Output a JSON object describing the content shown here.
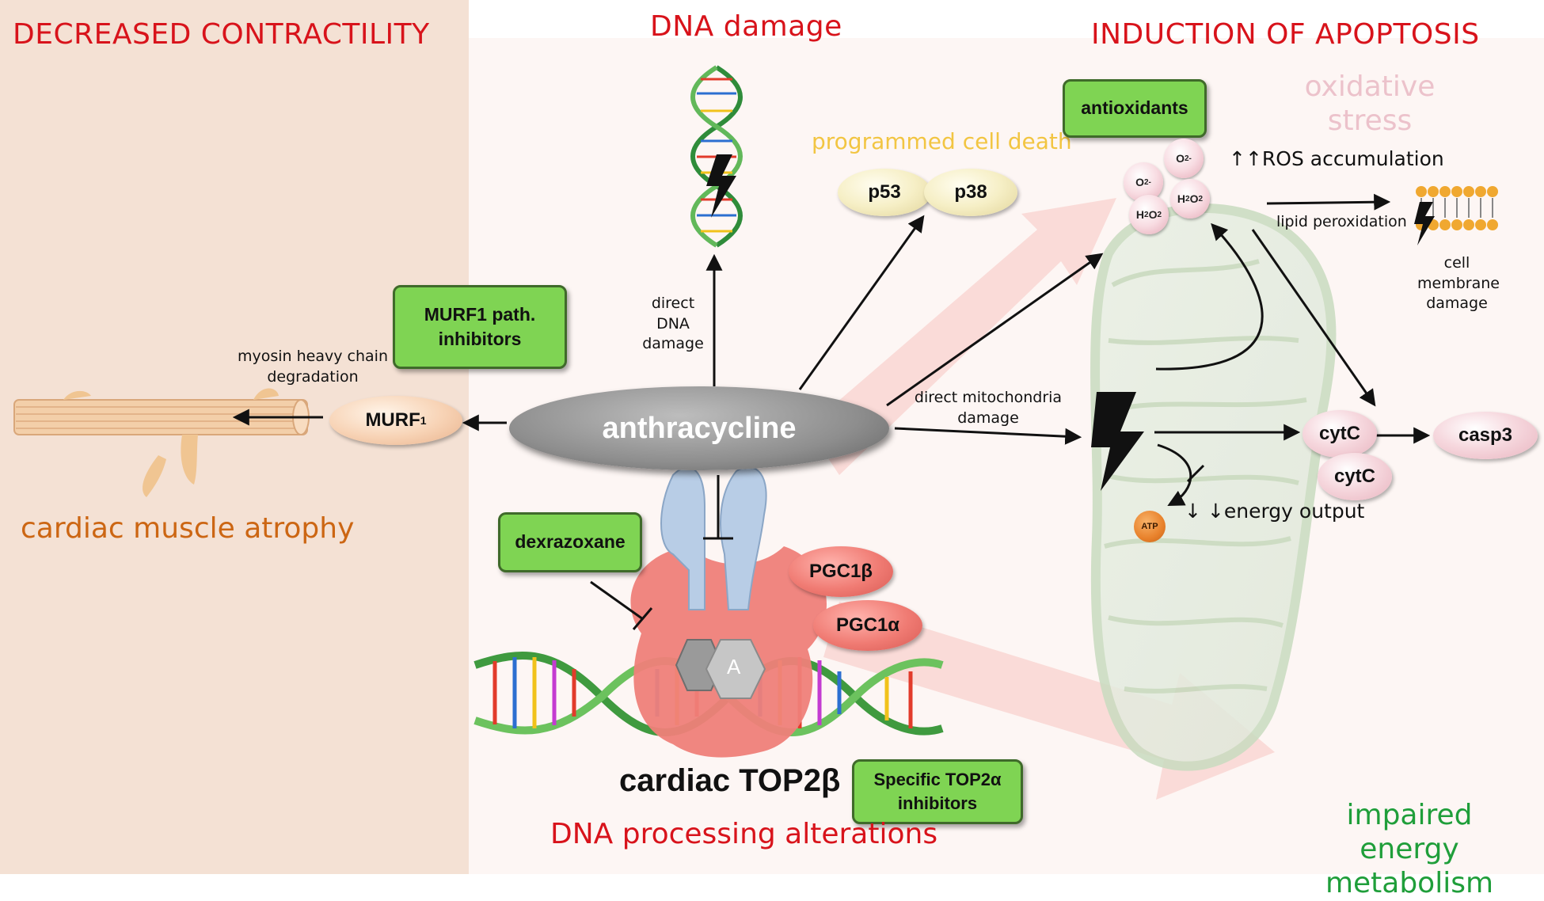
{
  "headings": {
    "decreased_contractility": "DECREASED CONTRACTILITY",
    "dna_damage": "DNA damage",
    "induction_of_apoptosis": "INDUCTION OF APOPTOSIS"
  },
  "center": {
    "anthracycline": "anthracycline"
  },
  "left_panel": {
    "murf1_inhibitors": "MURF1 path. inhibitors",
    "myosin_label": "myosin heavy chain degradation",
    "murf1": "MURF",
    "murf1_sub": "1",
    "outcome": "cardiac muscle atrophy"
  },
  "top": {
    "direct_dna_damage": "direct DNA damage",
    "programmed_cell_death": "programmed cell death",
    "p53": "p53",
    "p38": "p38"
  },
  "bottom": {
    "dexrazoxane": "dexrazoxane",
    "pgc1b": "PGC1β",
    "pgc1a": "PGC1α",
    "drug_marker": "A",
    "cardiac_top2b": "cardiac TOP2β",
    "specific_top2a_inhibitors": "Specific TOP2α inhibitors",
    "dna_processing": "DNA processing alterations"
  },
  "right": {
    "antioxidants": "antioxidants",
    "oxidative_stress": "oxidative stress",
    "ros_accumulation": "↑↑ROS accumulation",
    "lipid_peroxidation": "lipid peroxidation",
    "membrane_damage": "cell membrane damage",
    "direct_mito_damage": "direct mitochondria damage",
    "cytc": "cytC",
    "casp3": "casp3",
    "atp": "ATP",
    "energy_output": "↓ ↓energy output",
    "impaired_energy": "impaired energy metabolism"
  },
  "colors": {
    "left_bg": "#f4e1d4",
    "green_box": "#7fd453",
    "red_heading": "#d8131b",
    "orange_text": "#cc6613",
    "yellow_text": "#f2c542",
    "green_text": "#1f9e3a"
  }
}
